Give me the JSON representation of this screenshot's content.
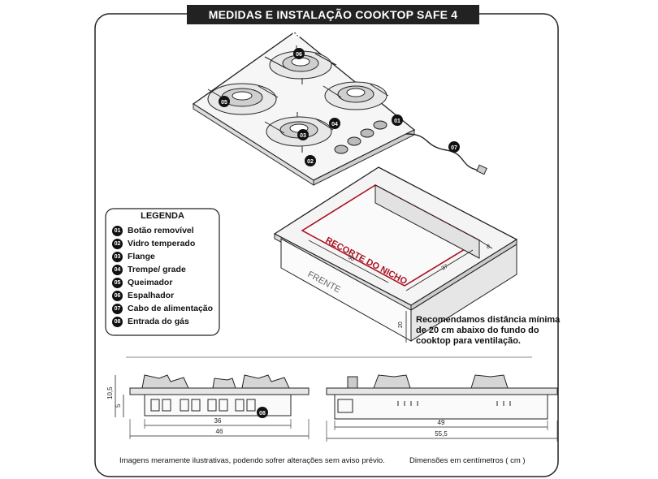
{
  "title": "MEDIDAS E INSTALAÇÃO COOKTOP SAFE 4 BOCAS À GÁS",
  "legend": {
    "title": "LEGENDA",
    "items": [
      {
        "num": "01",
        "label": "Botão removível"
      },
      {
        "num": "02",
        "label": "Vidro temperado"
      },
      {
        "num": "03",
        "label": "Flange"
      },
      {
        "num": "04",
        "label": "Trempe/ grade"
      },
      {
        "num": "05",
        "label": "Queimador"
      },
      {
        "num": "06",
        "label": "Espalhador"
      },
      {
        "num": "07",
        "label": "Cabo de alimentação"
      },
      {
        "num": "08",
        "label": "Entrada do gás"
      }
    ]
  },
  "callouts": {
    "c01": "01",
    "c02": "02",
    "c03": "03",
    "c04": "04",
    "c05": "05",
    "c06": "06",
    "c07": "07",
    "c08": "08"
  },
  "niche": {
    "cutout_label": "RECORTE DO NICHO",
    "front_label": "FRENTE",
    "dim_width": "50",
    "dim_depth": "37",
    "dim_side": "8",
    "dim_below": "20"
  },
  "note": "Recomendamos distância mínima de 20 cm abaixo do fundo do cooktop para ventilação.",
  "front_view": {
    "height_total": "10,5",
    "height_body": "5",
    "width_inner": "36",
    "width_total": "46"
  },
  "side_view": {
    "depth_inner": "49",
    "depth_total": "55,5"
  },
  "footer": {
    "disclaimer": "Imagens meramente ilustrativas, podendo sofrer alterações sem aviso prévio.",
    "units": "Dimensões em centímetros ( cm )"
  }
}
